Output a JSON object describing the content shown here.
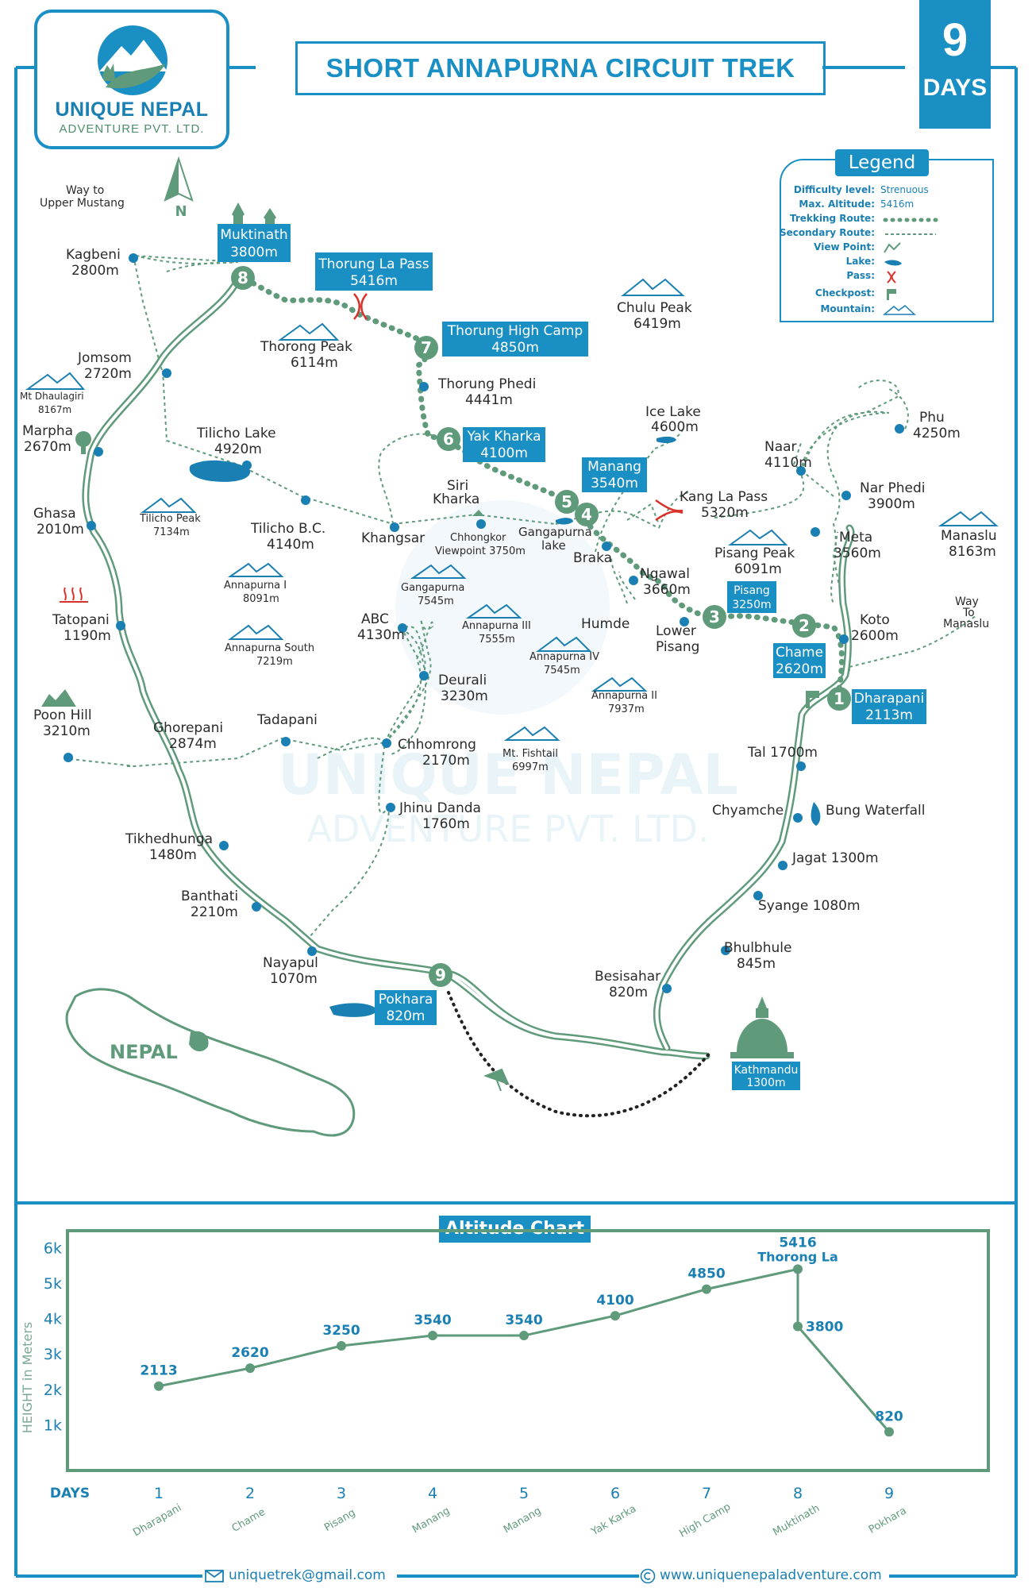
{
  "brand": {
    "name": "UNIQUE NEPAL",
    "subtitle": "ADVENTURE PVT. LTD."
  },
  "title": "SHORT ANNAPURNA CIRCUIT TREK",
  "days_badge": {
    "number": "9",
    "label": "DAYS"
  },
  "north_label": "N",
  "country_label": "NEPAL",
  "watermark": {
    "line1": "UNIQUE NEPAL",
    "line2": "ADVENTURE PVT. LTD."
  },
  "legend": {
    "title": "Legend",
    "rows": [
      {
        "key": "Difficulty level:",
        "value": "Strenuous"
      },
      {
        "key": "Max. Altitude:",
        "value": "5416m"
      },
      {
        "key": "Trekking Route:",
        "value": ""
      },
      {
        "key": "Secondary Route:",
        "value": ""
      },
      {
        "key": "View Point:",
        "value": ""
      },
      {
        "key": "Lake:",
        "value": ""
      },
      {
        "key": "Pass:",
        "value": ""
      },
      {
        "key": "Checkpost:",
        "value": ""
      },
      {
        "key": "Mountain:",
        "value": ""
      }
    ]
  },
  "map": {
    "day_stops": [
      {
        "num": "1",
        "name": "Dharapani",
        "alt": "2113m"
      },
      {
        "num": "2",
        "name": "Chame",
        "alt": "2620m"
      },
      {
        "num": "3",
        "name": "Pisang",
        "alt": "3250m"
      },
      {
        "num": "4",
        "name": "Manang",
        "alt": "3540m"
      },
      {
        "num": "5",
        "name": "",
        "alt": ""
      },
      {
        "num": "6",
        "name": "Yak Kharka",
        "alt": "4100m"
      },
      {
        "num": "7",
        "name": "Thorung High Camp",
        "alt": "4850m"
      },
      {
        "num": "8",
        "name": "Muktinath",
        "alt": "3800m"
      },
      {
        "num": "9",
        "name": "Pokhara",
        "alt": "820m"
      }
    ],
    "pass_label": {
      "name": "Thorung La Pass",
      "alt": "5416m"
    },
    "kathmandu": {
      "name": "Kathmandu",
      "alt": "1300m"
    },
    "places": [
      {
        "name": "Way to",
        "alt": "Upper Mustang"
      },
      {
        "name": "Kagbeni",
        "alt": "2800m"
      },
      {
        "name": "Jomsom",
        "alt": "2720m"
      },
      {
        "name": "Mt Dhaulagiri",
        "alt": "8167m"
      },
      {
        "name": "Marpha",
        "alt": "2670m"
      },
      {
        "name": "Ghasa",
        "alt": "2010m"
      },
      {
        "name": "Tatopani",
        "alt": "1190m"
      },
      {
        "name": "Poon Hill",
        "alt": "3210m"
      },
      {
        "name": "Ghorepani",
        "alt": "2874m"
      },
      {
        "name": "Tadapani",
        "alt": ""
      },
      {
        "name": "Tikhedhunga",
        "alt": "1480m"
      },
      {
        "name": "Banthati",
        "alt": "2210m"
      },
      {
        "name": "Nayapul",
        "alt": "1070m"
      },
      {
        "name": "Thorong Peak",
        "alt": "6114m"
      },
      {
        "name": "Tilicho Lake",
        "alt": "4920m"
      },
      {
        "name": "Tilicho Peak",
        "alt": "7134m"
      },
      {
        "name": "Tilicho B.C.",
        "alt": "4140m"
      },
      {
        "name": "Khangsar",
        "alt": ""
      },
      {
        "name": "Annapurna I",
        "alt": "8091m"
      },
      {
        "name": "Annapurna South",
        "alt": "7219m"
      },
      {
        "name": "ABC",
        "alt": "4130m"
      },
      {
        "name": "Deurali",
        "alt": "3230m"
      },
      {
        "name": "Chhomrong",
        "alt": "2170m"
      },
      {
        "name": "Jhinu Danda",
        "alt": "1760m"
      },
      {
        "name": "Thorung Phedi",
        "alt": "4441m"
      },
      {
        "name": "Siri",
        "alt": "Kharka"
      },
      {
        "name": "Chhongkor",
        "alt": "Viewpoint 3750m"
      },
      {
        "name": "Gangapurna",
        "alt": "7545m"
      },
      {
        "name": "Annapurna III",
        "alt": "7555m"
      },
      {
        "name": "Annapurna IV",
        "alt": "7545m"
      },
      {
        "name": "Annapurna II",
        "alt": "7937m"
      },
      {
        "name": "Mt. Fishtail",
        "alt": "6997m"
      },
      {
        "name": "Gangapurna",
        "alt": "lake"
      },
      {
        "name": "Braka",
        "alt": ""
      },
      {
        "name": "Humde",
        "alt": ""
      },
      {
        "name": "Ngawal",
        "alt": "3660m"
      },
      {
        "name": "Lower",
        "alt": "Pisang"
      },
      {
        "name": "Chulu Peak",
        "alt": "6419m"
      },
      {
        "name": "Ice Lake",
        "alt": "4600m"
      },
      {
        "name": "Kang La Pass",
        "alt": "5320m"
      },
      {
        "name": "Pisang Peak",
        "alt": "6091m"
      },
      {
        "name": "Naar",
        "alt": "4110m"
      },
      {
        "name": "Phu",
        "alt": "4250m"
      },
      {
        "name": "Nar Phedi",
        "alt": "3900m"
      },
      {
        "name": "Meta",
        "alt": "3560m"
      },
      {
        "name": "Manaslu",
        "alt": "8163m"
      },
      {
        "name": "Way",
        "alt": "To"
      },
      {
        "name": "Manaslu",
        "alt": ""
      },
      {
        "name": "Koto",
        "alt": "2600m"
      },
      {
        "name": "Tal 1700m",
        "alt": ""
      },
      {
        "name": "Chyamche",
        "alt": ""
      },
      {
        "name": "Bung Waterfall",
        "alt": ""
      },
      {
        "name": "Jagat 1300m",
        "alt": ""
      },
      {
        "name": "Syange 1080m",
        "alt": ""
      },
      {
        "name": "Bhulbhule",
        "alt": "845m"
      },
      {
        "name": "Besisahar",
        "alt": "820m"
      }
    ]
  },
  "chart_title": "Altitude Chart",
  "chart_data": {
    "type": "line",
    "title": "Altitude Chart",
    "xlabel": "DAYS",
    "ylabel": "HEIGHT in Meters",
    "y_ticks": [
      "6k",
      "5k",
      "4k",
      "3k",
      "2k",
      "1k"
    ],
    "ylim": [
      0,
      6500
    ],
    "x": [
      "1",
      "2",
      "3",
      "4",
      "5",
      "6",
      "7",
      "8",
      "8",
      "9"
    ],
    "x_stop_names": [
      "Dharapani",
      "Chame",
      "Pisang",
      "Manang",
      "Manang",
      "Yak Karka",
      "High Camp",
      "Muktinath",
      "Pokhara"
    ],
    "x_days": [
      "1",
      "2",
      "3",
      "4",
      "5",
      "6",
      "7",
      "8",
      "9"
    ],
    "values": [
      2113,
      2620,
      3250,
      3540,
      3540,
      4100,
      4850,
      5416,
      3800,
      820
    ],
    "value_labels": [
      "2113",
      "2620",
      "3250",
      "3540",
      "3540",
      "4100",
      "4850",
      "5416",
      "3800",
      "820"
    ],
    "peak_annotation": "Thorong La",
    "grid": false,
    "line_color": "#5f9b7a",
    "label_color": "#1a7fb2"
  },
  "footer": {
    "email": "uniquetrek@gmail.com",
    "website": "www.uniquenepaladventure.com"
  },
  "colors": {
    "brand_blue": "#1a8fc4",
    "route_green": "#5f9b7a",
    "text_dark": "#2b2b2b"
  }
}
